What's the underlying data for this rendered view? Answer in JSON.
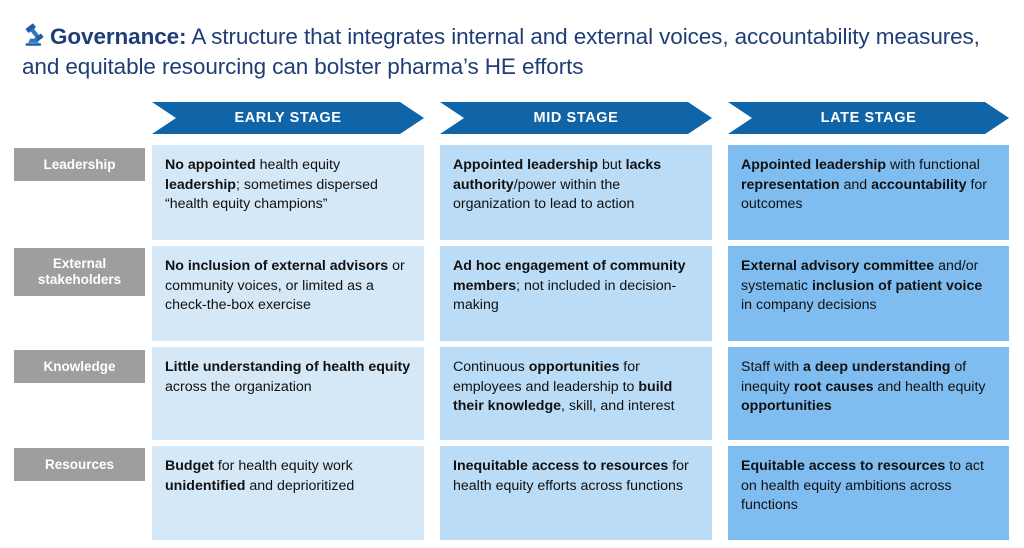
{
  "title": {
    "icon": "gavel-icon",
    "lead": "Governance:",
    "rest": " A structure that integrates internal and external voices, accountability measures, and equitable resourcing can bolster pharma’s HE efforts",
    "color": "#1F3E77"
  },
  "colors": {
    "header_blue": "#1064A8",
    "row_label_gray": "#9E9E9E",
    "early_stage_fill": "#D5E8F7",
    "mid_stage_fill": "#BBDCF6",
    "late_stage_fill": "#7FBCEF",
    "title_blue": "#1F3E77",
    "body_text": "#111111"
  },
  "columns": [
    {
      "key": "early",
      "label": "EARLY STAGE"
    },
    {
      "key": "mid",
      "label": "MID STAGE"
    },
    {
      "key": "late",
      "label": "LATE STAGE"
    }
  ],
  "rows": [
    {
      "label": "Leadership",
      "cells": {
        "early": [
          {
            "text": "No appointed",
            "bold": true
          },
          {
            "text": " health equity ",
            "bold": false
          },
          {
            "text": "leadership",
            "bold": true
          },
          {
            "text": "; sometimes dispersed “health equity champions”",
            "bold": false
          }
        ],
        "mid": [
          {
            "text": "Appointed leadership",
            "bold": true
          },
          {
            "text": " but ",
            "bold": false
          },
          {
            "text": "lacks authority",
            "bold": true
          },
          {
            "text": "/power within the organization to lead to action",
            "bold": false
          }
        ],
        "late": [
          {
            "text": "Appointed leadership",
            "bold": true
          },
          {
            "text": " with functional ",
            "bold": false
          },
          {
            "text": "representation",
            "bold": true
          },
          {
            "text": " and ",
            "bold": false
          },
          {
            "text": "accountability",
            "bold": true
          },
          {
            "text": " for outcomes",
            "bold": false
          }
        ]
      }
    },
    {
      "label": "External stakeholders",
      "cells": {
        "early": [
          {
            "text": "No inclusion of external advisors",
            "bold": true
          },
          {
            "text": " or community voices, or limited as a check-the-box exercise",
            "bold": false
          }
        ],
        "mid": [
          {
            "text": "Ad hoc engagement of community members",
            "bold": true
          },
          {
            "text": "; not included in decision-making",
            "bold": false
          }
        ],
        "late": [
          {
            "text": "External advisory committee",
            "bold": true
          },
          {
            "text": " and/or systematic ",
            "bold": false
          },
          {
            "text": "inclusion of patient voice",
            "bold": true
          },
          {
            "text": " in company decisions",
            "bold": false
          }
        ]
      }
    },
    {
      "label": "Knowledge",
      "cells": {
        "early": [
          {
            "text": "Little understanding of health equity",
            "bold": true
          },
          {
            "text": " across the organization",
            "bold": false
          }
        ],
        "mid": [
          {
            "text": "Continuous ",
            "bold": false
          },
          {
            "text": "opportunities",
            "bold": true
          },
          {
            "text": " for employees and leadership to ",
            "bold": false
          },
          {
            "text": "build their knowledge",
            "bold": true
          },
          {
            "text": ", skill, and interest",
            "bold": false
          }
        ],
        "late": [
          {
            "text": "Staff with ",
            "bold": false
          },
          {
            "text": "a deep understanding",
            "bold": true
          },
          {
            "text": " of inequity ",
            "bold": false
          },
          {
            "text": "root causes",
            "bold": true
          },
          {
            "text": " and health equity ",
            "bold": false
          },
          {
            "text": "opportunities",
            "bold": true
          }
        ]
      }
    },
    {
      "label": "Resources",
      "cells": {
        "early": [
          {
            "text": "Budget",
            "bold": true
          },
          {
            "text": " for health equity work ",
            "bold": false
          },
          {
            "text": "unidentified",
            "bold": true
          },
          {
            "text": " and deprioritized",
            "bold": false
          }
        ],
        "mid": [
          {
            "text": "Inequitable access to resources",
            "bold": true
          },
          {
            "text": " for health equity efforts across functions",
            "bold": false
          }
        ],
        "late": [
          {
            "text": "Equitable access to resources",
            "bold": true
          },
          {
            "text": " to act on health equity ambitions across functions",
            "bold": false
          }
        ]
      }
    }
  ]
}
